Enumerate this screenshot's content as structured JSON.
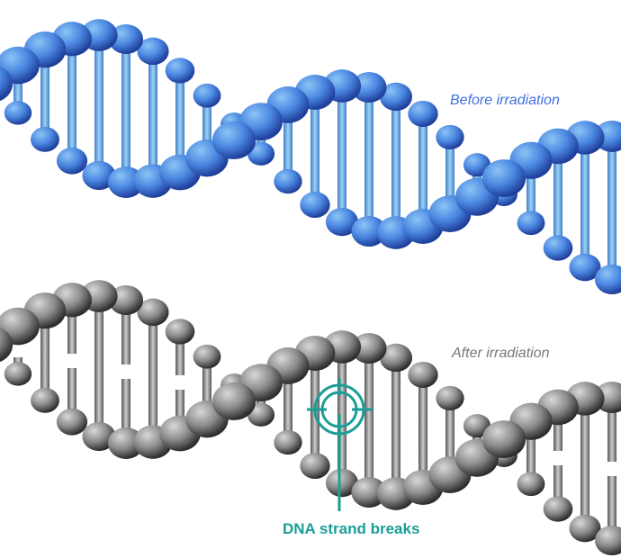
{
  "labels": {
    "before": "Before irradiation",
    "after": "After irradiation",
    "breaks": "DNA strand breaks"
  },
  "colors": {
    "before_label": "#3f6fe0",
    "after_label": "#777777",
    "marker": "#1a9e96",
    "blue_dark": "#2f5fcf",
    "blue_light": "#5a9fe0",
    "gray_dark": "#555555",
    "gray_light": "#9a9a9a"
  }
}
